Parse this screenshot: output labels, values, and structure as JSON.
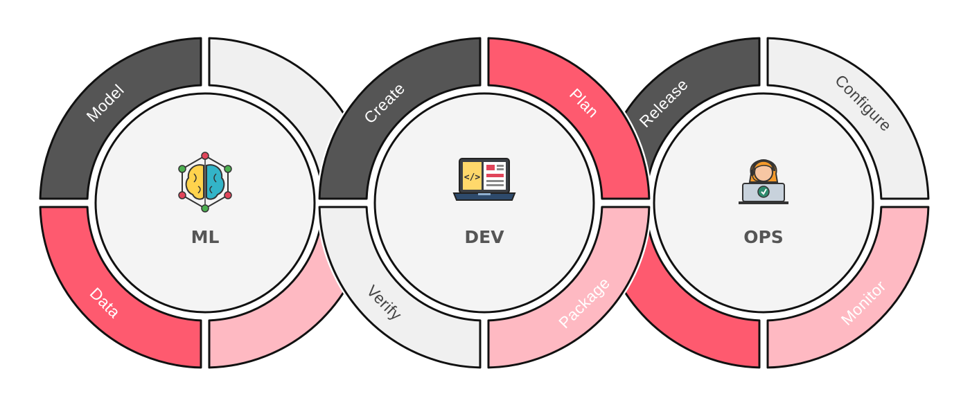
{
  "colors": {
    "dark": "#555555",
    "light": "#f0f0f0",
    "red": "#fe5a6f",
    "pink": "#feb9c2",
    "hub": "#f4f4f4",
    "stroke": "#111111",
    "text_on_dark": "#ffffff",
    "text_on_light": "#444444",
    "hub_text": "#555555"
  },
  "hubs": [
    {
      "id": "ml",
      "label": "ML",
      "icon": "brain-network-icon",
      "segments": [
        {
          "quadrant": "top-left",
          "fill": "dark",
          "label": "Model"
        },
        {
          "quadrant": "top-right",
          "fill": "light",
          "label": ""
        },
        {
          "quadrant": "bottom-right",
          "fill": "pink",
          "label": ""
        },
        {
          "quadrant": "bottom-left",
          "fill": "red",
          "label": "Data"
        }
      ]
    },
    {
      "id": "dev",
      "label": "DEV",
      "icon": "laptop-code-icon",
      "segments": [
        {
          "quadrant": "top-left",
          "fill": "dark",
          "label": "Create"
        },
        {
          "quadrant": "top-right",
          "fill": "red",
          "label": "Plan"
        },
        {
          "quadrant": "bottom-right",
          "fill": "pink",
          "label": "Package"
        },
        {
          "quadrant": "bottom-left",
          "fill": "light",
          "label": "Verify"
        }
      ]
    },
    {
      "id": "ops",
      "label": "OPS",
      "icon": "support-agent-icon",
      "segments": [
        {
          "quadrant": "top-left",
          "fill": "dark",
          "label": "Release"
        },
        {
          "quadrant": "top-right",
          "fill": "light",
          "label": "Configure"
        },
        {
          "quadrant": "bottom-right",
          "fill": "pink",
          "label": "Monitor"
        },
        {
          "quadrant": "bottom-left",
          "fill": "red",
          "label": ""
        }
      ]
    }
  ]
}
